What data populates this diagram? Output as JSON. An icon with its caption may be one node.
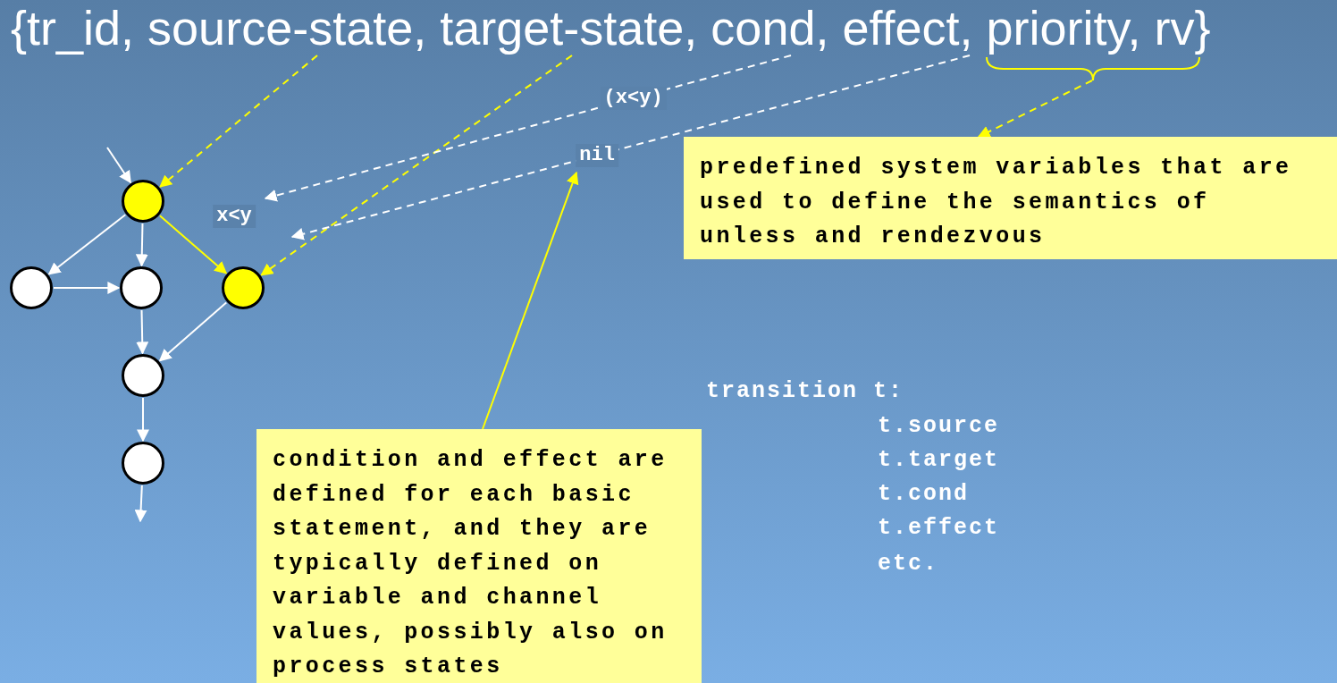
{
  "diagram": {
    "nodes": [
      {
        "text": [
          "{tr_id, source-state, target-state, cond, effect, priority, rv}"
        ]
      },
      {
        "text": [],
        "shape": "brace"
      },
      {
        "text": [],
        "shape": "circle"
      },
      {
        "text": [],
        "shape": "circle"
      },
      {
        "text": [],
        "shape": "circle"
      },
      {
        "text": [],
        "shape": "circle"
      },
      {
        "text": [],
        "shape": "circle"
      },
      {
        "text": [],
        "shape": "circle"
      },
      {
        "text": [
          "predefined system variables that are used to define the semantics of unless and rendezvous"
        ]
      },
      {
        "text": [
          "condition and effect are defined for each basic statement, and they are typically defined on variable and channel values, possibly also on process states"
        ]
      }
    ],
    "edges": [
      {
        "from": 0,
        "to": 2,
        "arrow": "to",
        "style": "dashed",
        "color": "#ffff00"
      },
      {
        "from": 0,
        "to": 5,
        "arrow": "to",
        "style": "dashed",
        "color": "#ffff00"
      },
      {
        "from": 0,
        "to": null,
        "arrow": "to",
        "style": "dashed",
        "label": "(x<y)"
      },
      {
        "from": 0,
        "to": null,
        "arrow": "to",
        "style": "dashed",
        "label": "nil"
      },
      {
        "from": 1,
        "to": 8,
        "arrow": "to",
        "style": "dashed",
        "color": "#ffff00"
      },
      {
        "from": 9,
        "to": null,
        "arrow": "to",
        "color": "#ffff00"
      },
      {
        "from": null,
        "to": 2,
        "arrow": "to"
      },
      {
        "from": 2,
        "to": 3,
        "arrow": "to"
      },
      {
        "from": 2,
        "to": 4,
        "arrow": "to"
      },
      {
        "from": 2,
        "to": 5,
        "arrow": "to",
        "color": "#ffff00",
        "label": "x<y"
      },
      {
        "from": 3,
        "to": 4,
        "arrow": "to"
      },
      {
        "from": 4,
        "to": 6,
        "arrow": "to"
      },
      {
        "from": 5,
        "to": 6,
        "arrow": "to"
      },
      {
        "from": 6,
        "to": 7,
        "arrow": "to"
      },
      {
        "from": 7,
        "to": null,
        "arrow": "to"
      }
    ],
    "labels": [
      "transition t:",
      "t.source",
      "t.target",
      "t.cond",
      "t.effect",
      "etc."
    ]
  }
}
